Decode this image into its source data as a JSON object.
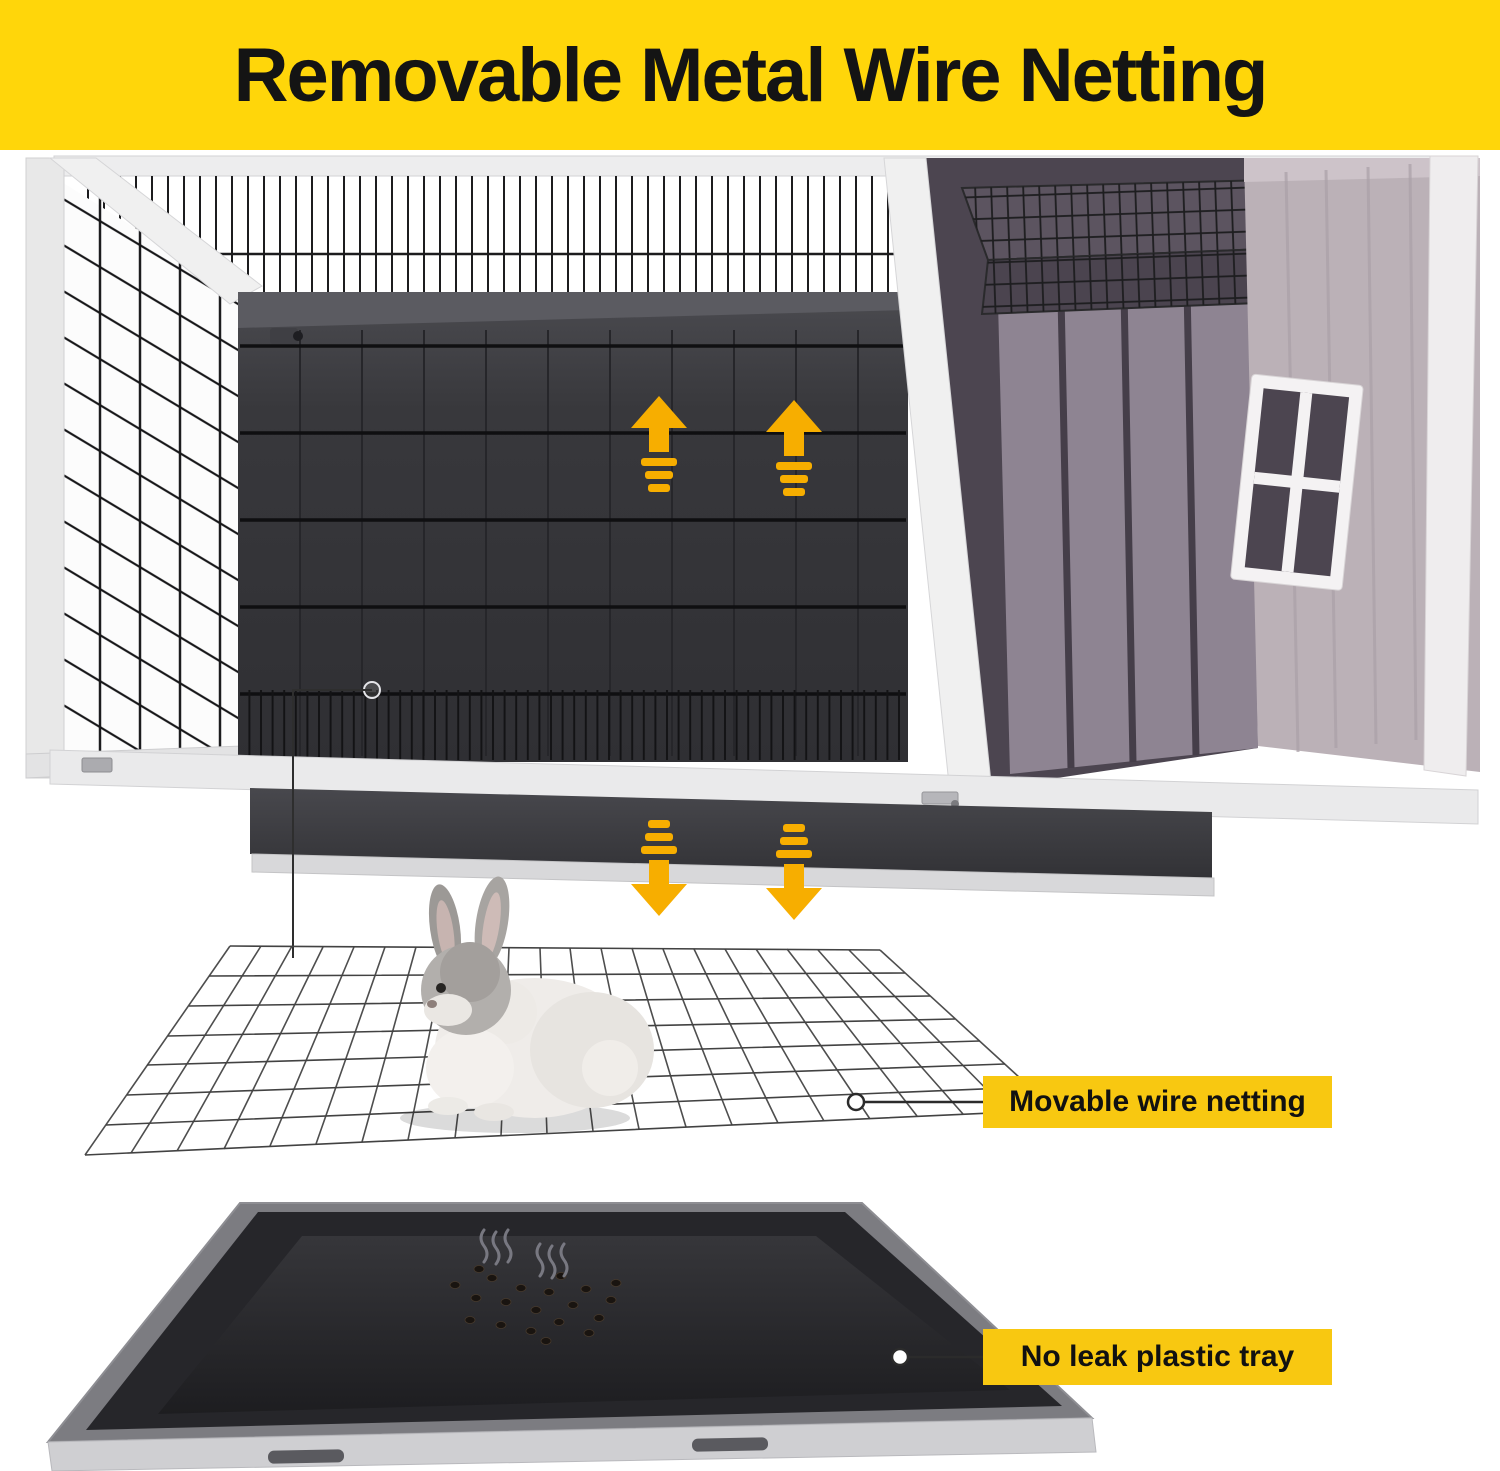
{
  "banner": {
    "title": "Removable Metal Wire Netting"
  },
  "callouts": {
    "netting": {
      "label": "Movable wire netting"
    },
    "tray": {
      "label": "No leak plastic tray"
    }
  },
  "icons": {
    "up-arrow-icon": "▲",
    "down-arrow-icon": "▼",
    "steam-icon": "♨",
    "callout-dot-icon": "○"
  },
  "colors": {
    "banner_bg": "#ffd60a",
    "banner_text": "#141414",
    "callout_bg": "#f8c811",
    "callout_text": "#111111",
    "arrow_yellow": "#f7ae00",
    "wood_light": "#ededee",
    "wood_mauve": "#8e8492",
    "wire_dark": "#1c1c1e",
    "tray_black": "#1d1d1f"
  }
}
